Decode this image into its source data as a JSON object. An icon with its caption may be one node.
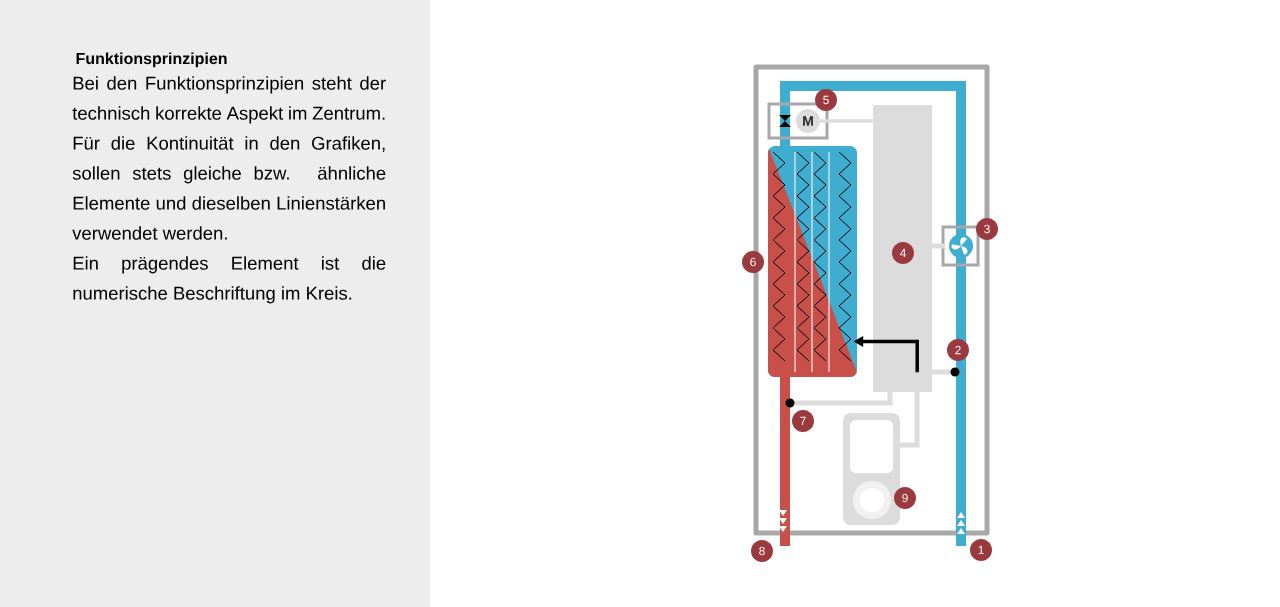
{
  "diagram": {
    "title": "Funktionsprinzipien",
    "nodes": [
      {
        "text": [
          "M"
        ]
      },
      {
        "text": [],
        "shape": "box"
      },
      {
        "text": [],
        "shape": "box"
      }
    ],
    "edges": [
      {
        "from": 2,
        "to": 1,
        "arrow": "to"
      },
      {
        "from": 0,
        "to": 2,
        "arrow": "none",
        "color": "#dcdcdc"
      }
    ],
    "labels": [
      "Bei den Funktionsprinzipien steht der technisch korrekte Aspekt im Zentrum.",
      "Für die Kontinuität in den Grafiken, sollen stets gleiche bzw. ähnliche Elemente und dieselben Linienstärken verwendet werden.",
      "Ein prägendes Element ist die numerische Beschriftung im Kreis.",
      "5",
      "3",
      "4",
      "6",
      "2",
      "7",
      "9",
      "8",
      "1"
    ]
  }
}
